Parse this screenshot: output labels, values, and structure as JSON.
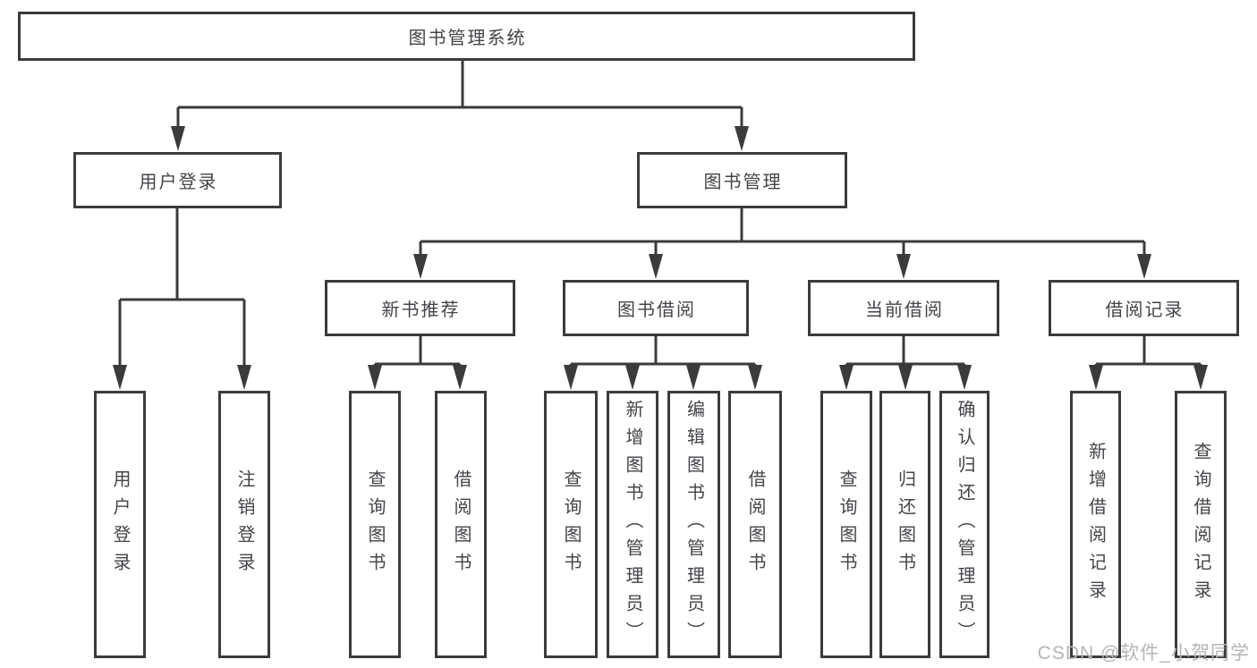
{
  "watermark": "CSDN @软件_小贺同学",
  "colors": {
    "line": "#3b3b3b",
    "text": "#44444a",
    "box_bg": "#ffffff",
    "watermark": "#b5b5b5"
  },
  "nodes": {
    "root": {
      "label": "图书管理系统"
    },
    "user_login": {
      "label": "用户登录"
    },
    "book_mgmt": {
      "label": "图书管理"
    },
    "new_book_rec": {
      "label": "新书推荐"
    },
    "book_borrow": {
      "label": "图书借阅"
    },
    "current_borrow": {
      "label": "当前借阅"
    },
    "borrow_records": {
      "label": "借阅记录"
    },
    "login_user": {
      "label": "用户登录"
    },
    "login_logout": {
      "label": "注销登录"
    },
    "rec_query": {
      "label": "查询图书"
    },
    "rec_borrow": {
      "label": "借阅图书"
    },
    "borrow_query": {
      "label": "查询图书"
    },
    "borrow_add": {
      "label": "新增图书（管理员）"
    },
    "borrow_edit": {
      "label": "编辑图书（管理员）"
    },
    "borrow_borrow": {
      "label": "借阅图书"
    },
    "current_query": {
      "label": "查询图书"
    },
    "current_return": {
      "label": "归还图书"
    },
    "current_confirm": {
      "label": "确认归还（管理员）"
    },
    "records_add": {
      "label": "新增借阅记录"
    },
    "records_query": {
      "label": "查询借阅记录"
    }
  },
  "hierarchy": {
    "图书管理系统": {
      "用户登录": [
        "用户登录",
        "注销登录"
      ],
      "图书管理": {
        "新书推荐": [
          "查询图书",
          "借阅图书"
        ],
        "图书借阅": [
          "查询图书",
          "新增图书（管理员）",
          "编辑图书（管理员）",
          "借阅图书"
        ],
        "当前借阅": [
          "查询图书",
          "归还图书",
          "确认归还（管理员）"
        ],
        "借阅记录": [
          "新增借阅记录",
          "查询借阅记录"
        ]
      }
    }
  }
}
